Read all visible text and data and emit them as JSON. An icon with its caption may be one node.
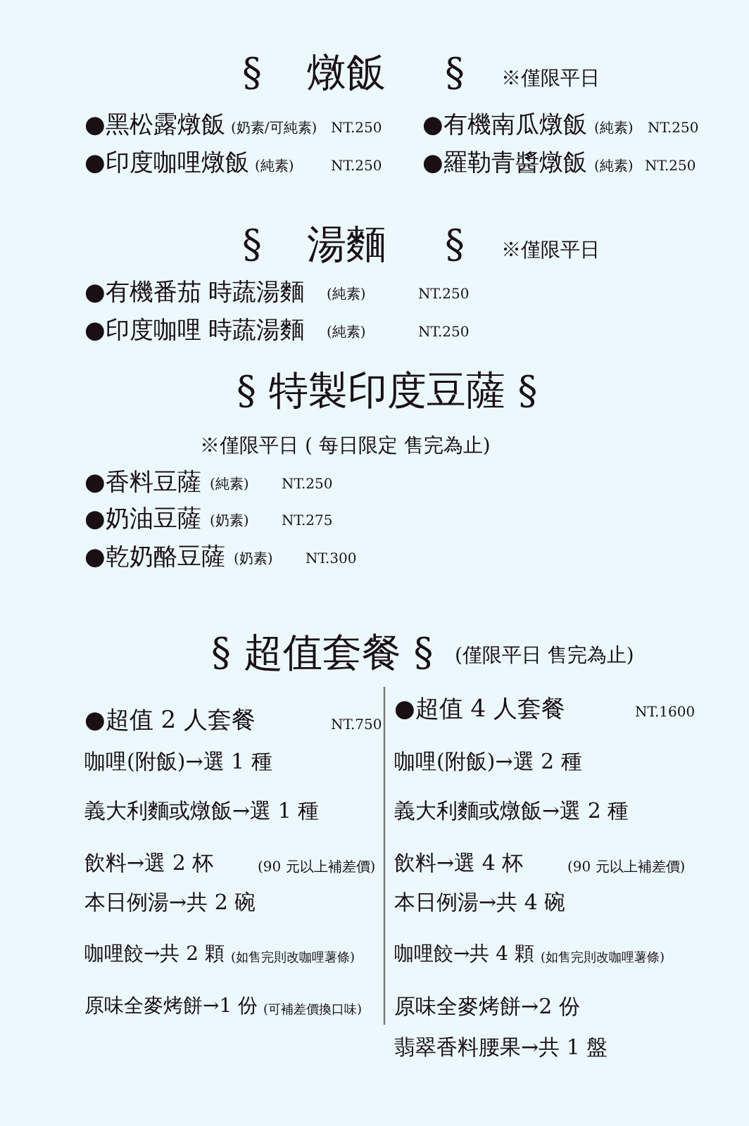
{
  "diagram": {
    "labels": [
      "§",
      "燉飯",
      "§",
      "※僅限平日",
      "●黑松露燉飯",
      "(奶素/可純素)",
      "NT.250",
      "●有機南瓜燉飯",
      "(純素)",
      "NT.250",
      "●印度咖哩燉飯",
      "(純素)",
      "NT.250",
      "●羅勒青醬燉飯",
      "(純素)",
      "NT.250",
      "§",
      "湯麵",
      "§",
      "※僅限平日",
      "●有機番茄 時蔬湯麵",
      "(純素)",
      "NT.250",
      "●印度咖哩 時蔬湯麵",
      "(純素)",
      "NT.250",
      "§ 特製印度豆薩 §",
      "※僅限平日 ( 每日限定 售完為止)",
      "●香料豆薩",
      "(純素)",
      "NT.250",
      "●奶油豆薩",
      "(奶素)",
      "NT.275",
      "●乾奶酪豆薩",
      "(奶素)",
      "NT.300",
      "§ 超值套餐 §",
      "(僅限平日 售完為止)",
      "●超值 2 人套餐",
      "NT.750",
      "咖哩(附飯)→選 1 種",
      "義大利麵或燉飯→選 1 種",
      "飲料→選 2 杯",
      "(90 元以上補差價)",
      "本日例湯→共 2 碗",
      "咖哩餃→共 2 顆",
      "(如售完則改咖哩薯條)",
      "原味全麥烤餅→1 份",
      "(可補差價換口味)",
      "●超值 4 人套餐",
      "NT.1600",
      "咖哩(附飯)→選 2 種",
      "義大利麵或燉飯→選 2 種",
      "飲料→選 4 杯",
      "(90 元以上補差價)",
      "本日例湯→共 4 碗",
      "咖哩餃→共 4 顆",
      "(如售完則改咖哩薯條)",
      "原味全麥烤餅→2 份",
      "翡翠香料腰果→共 1 盤"
    ]
  }
}
